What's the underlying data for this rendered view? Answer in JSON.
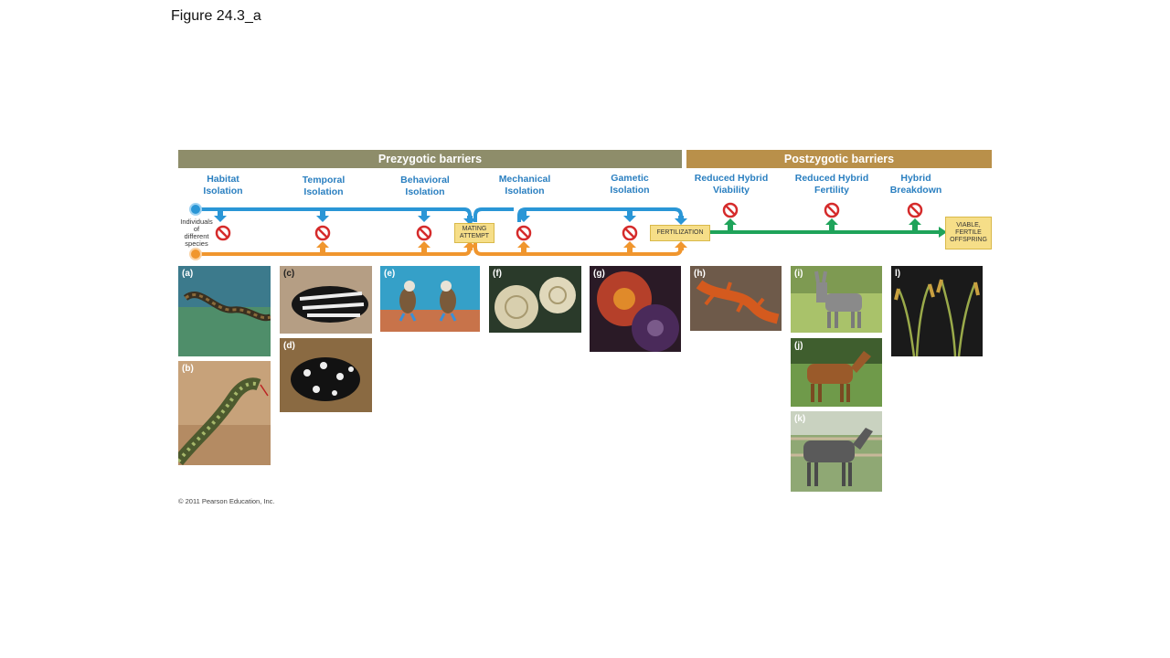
{
  "figure_title": "Figure 24.3_a",
  "bands": {
    "prezygotic": "Prezygotic barriers",
    "postzygotic": "Postzygotic barriers"
  },
  "barriers": {
    "habitat": [
      "Habitat",
      "Isolation"
    ],
    "temporal": [
      "Temporal",
      "Isolation"
    ],
    "behavioral": [
      "Behavioral",
      "Isolation"
    ],
    "mechanical": [
      "Mechanical",
      "Isolation"
    ],
    "gametic": [
      "Gametic",
      "Isolation"
    ],
    "viability": [
      "Reduced Hybrid",
      "Viability"
    ],
    "fertility": [
      "Reduced Hybrid",
      "Fertility"
    ],
    "breakdown": [
      "Hybrid",
      "Breakdown"
    ]
  },
  "individuals": [
    "Individuals",
    "of",
    "different",
    "species"
  ],
  "tags": {
    "mating": [
      "MATING",
      "ATTEMPT"
    ],
    "fertilization": "FERTILIZATION",
    "offspring": [
      "VIABLE,",
      "FERTILE",
      "OFFSPRING"
    ]
  },
  "photo_labels": {
    "a": "(a)",
    "b": "(b)",
    "c": "(c)",
    "d": "(d)",
    "e": "(e)",
    "f": "(f)",
    "g": "(g)",
    "h": "(h)",
    "i": "(i)",
    "j": "(j)",
    "k": "(k)",
    "l": "l)"
  },
  "copyright": "© 2011 Pearson Education, Inc.",
  "colors": {
    "blue": "#2a96d6",
    "orange": "#f0962e",
    "green": "#1fa35a",
    "stop_red": "#d52b2b"
  }
}
